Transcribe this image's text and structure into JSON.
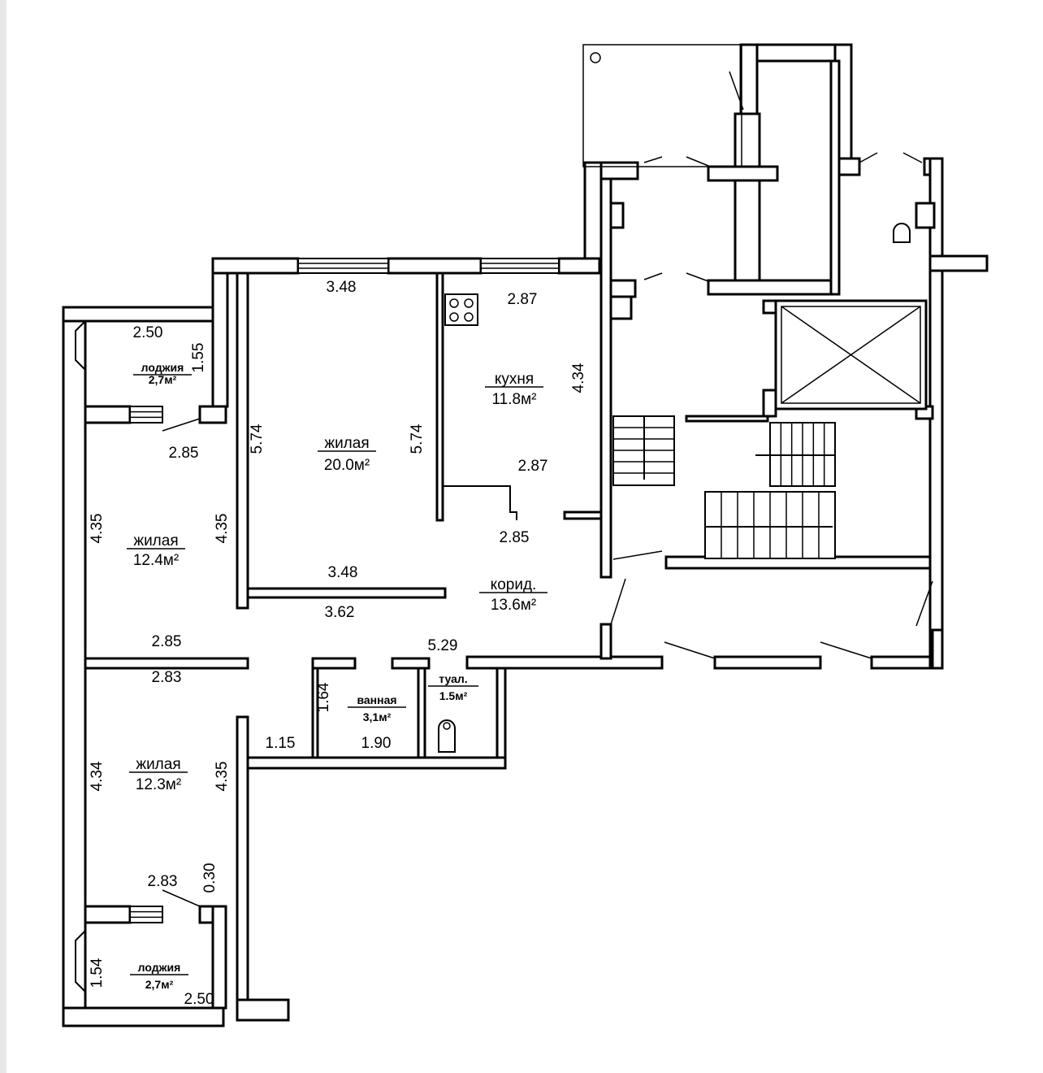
{
  "plan": {
    "rooms": [
      {
        "id": "loggia-top",
        "name": "лоджия",
        "area": "2,7м²"
      },
      {
        "id": "living-20",
        "name": "жилая",
        "area": "20.0м²"
      },
      {
        "id": "kitchen",
        "name": "кухня",
        "area": "11.8м²"
      },
      {
        "id": "living-12-4",
        "name": "жилая",
        "area": "12.4м²"
      },
      {
        "id": "corridor",
        "name": "корид.",
        "area": "13.6м²"
      },
      {
        "id": "bathroom",
        "name": "ванная",
        "area": "3,1м²"
      },
      {
        "id": "toilet",
        "name": "туал.",
        "area": "1.5м²"
      },
      {
        "id": "living-12-3",
        "name": "жилая",
        "area": "12.3м²"
      },
      {
        "id": "loggia-bottom",
        "name": "лоджия",
        "area": "2,7м²"
      }
    ],
    "dimensions": [
      "3.48",
      "2.87",
      "2.50",
      "1.55",
      "4.34",
      "5.74",
      "5.74",
      "2.85",
      "2.87",
      "4.35",
      "4.35",
      "2.85",
      "3.48",
      "3.62",
      "2.85",
      "5.29",
      "2.83",
      "1.64",
      "1.15",
      "1.90",
      "4.34",
      "4.35",
      "0.30",
      "2.83",
      "1.54",
      "2.50"
    ]
  }
}
